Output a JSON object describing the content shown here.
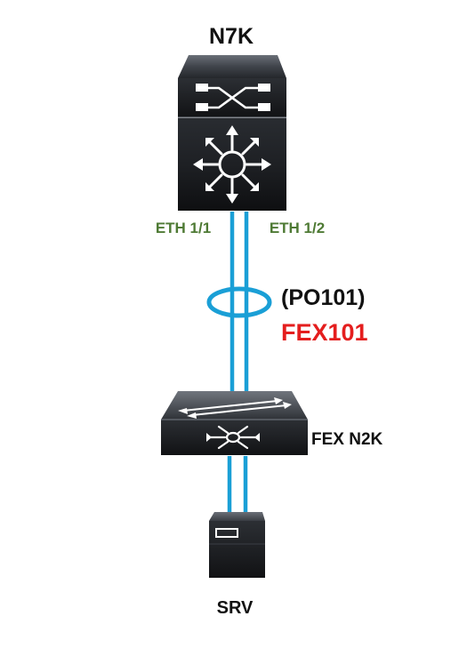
{
  "nodes": {
    "core_switch": {
      "label": "N7K"
    },
    "fex": {
      "label": "FEX N2K"
    },
    "server": {
      "label": "SRV"
    }
  },
  "links": {
    "port_left": "ETH 1/1",
    "port_right": "ETH 1/2",
    "port_channel": "(PO101)",
    "fex_id": "FEX101"
  },
  "colors": {
    "link": "#1a9fd6",
    "port_label": "#4e7a34",
    "fex_id": "#e41e1e",
    "device_dark": "#1b1d20",
    "device_mid": "#3a3e45",
    "device_light": "#5d626a",
    "text": "#111111"
  },
  "icons": {
    "core_switch": "nexus-7000-switch-icon",
    "fex": "fabric-extender-icon",
    "server": "server-icon"
  }
}
